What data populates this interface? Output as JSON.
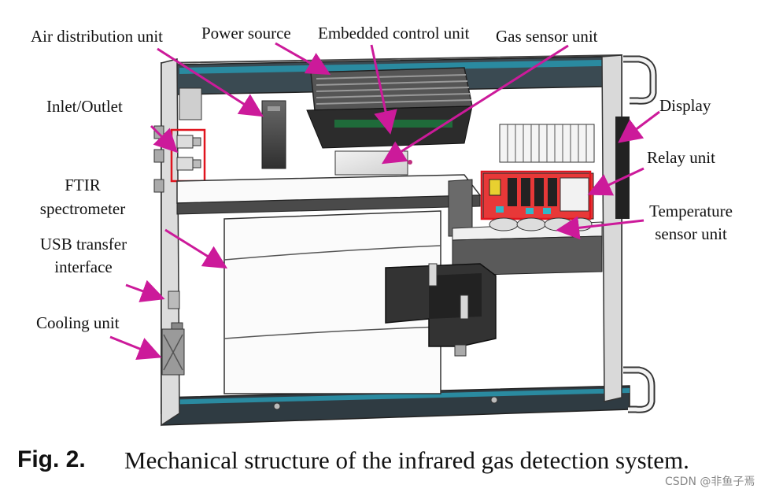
{
  "labels": {
    "air_distribution": "Air distribution unit",
    "power_source": "Power source",
    "embedded_control": "Embedded control unit",
    "gas_sensor": "Gas sensor unit",
    "inlet_outlet": "Inlet/Outlet",
    "display": "Display",
    "relay": "Relay unit",
    "ftir_line1": "FTIR",
    "ftir_line2": "spectrometer",
    "usb_line1": "USB transfer",
    "usb_line2": "interface",
    "temperature_line1": "Temperature",
    "temperature_line2": "sensor unit",
    "cooling": "Cooling unit"
  },
  "caption": {
    "number": "Fig. 2.",
    "text": "Mechanical structure of the infrared gas detection system."
  },
  "watermark": "CSDN @非鱼子焉",
  "colors": {
    "arrow": "#cc1a9a",
    "highlight_box": "#e0141e",
    "panel_teal": "#2a8aa0",
    "relay_board": "#e83838"
  }
}
